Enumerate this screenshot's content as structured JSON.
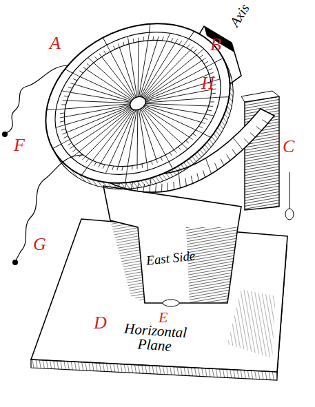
{
  "diagram": {
    "labels": [
      "A",
      "B",
      "H",
      "C",
      "F",
      "G",
      "D",
      "E",
      "Axis",
      "East Side",
      "Horizontal Plane"
    ]
  }
}
